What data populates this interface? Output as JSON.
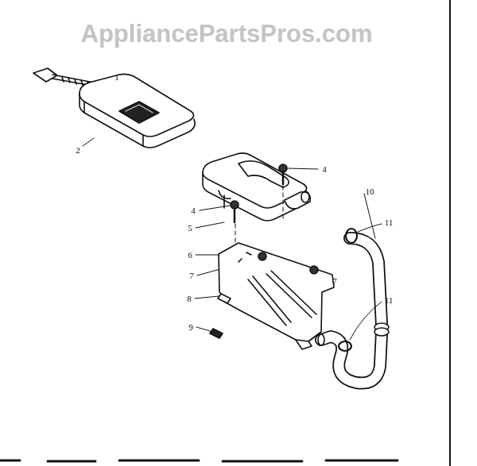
{
  "diagram": {
    "labels": [
      "AppliancePartsPros.com",
      "1",
      "2",
      "4",
      "4",
      "5",
      "6",
      "7",
      "7",
      "8",
      "9",
      "10",
      "11",
      "11"
    ]
  }
}
